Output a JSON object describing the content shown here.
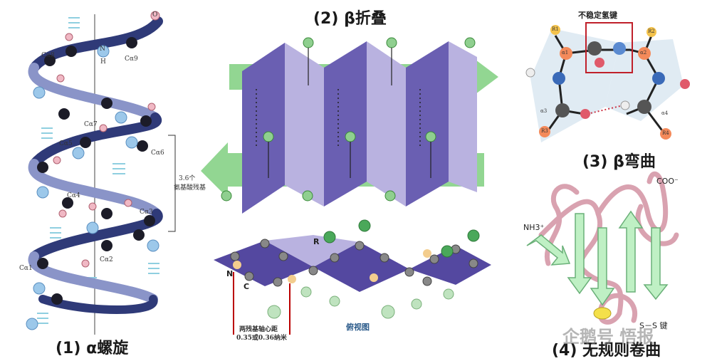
{
  "captions": {
    "alpha": "(1) α螺旋",
    "beta_sheet": "(2) β折叠",
    "beta_turn": "(3) β弯曲",
    "random_coil": "(4) 无规则卷曲"
  },
  "alpha_helix": {
    "residues_label_line1": "3.6个",
    "residues_label_line2": "氨基酸残基",
    "n_label": "N",
    "h_label": "H",
    "o_label": "O",
    "ca_labels": [
      "Cα8",
      "Cα9",
      "Cα7",
      "Cα5",
      "Cα6",
      "Cα4",
      "Cα3",
      "Cα2",
      "Cα1"
    ]
  },
  "beta_pleat": {
    "r_label": "R",
    "n_label": "N",
    "c_label": "C",
    "distance_line1": "两残基轴心距",
    "distance_line2": "0.35或0.36纳米",
    "top_view": "俯视图"
  },
  "beta_turn": {
    "title": "不稳定氢键",
    "r1": "R1",
    "r2": "R2",
    "r3": "R3",
    "r4": "R4",
    "alpha1": "α1",
    "alpha2": "α2",
    "alpha3": "α3",
    "alpha4": "α4"
  },
  "random_coil": {
    "n_term": "NH3⁺",
    "c_term": "COO⁻",
    "ss_bond": "S－S 键"
  },
  "watermark": "企鹅号 悟报",
  "colors": {
    "helix_ribbon": "#2f3a78",
    "sheet_purple": "#6a5fb2",
    "sheet_light": "#b9b2e0",
    "arrow_green": "#7fcf7f",
    "red_box": "#c0202a"
  }
}
